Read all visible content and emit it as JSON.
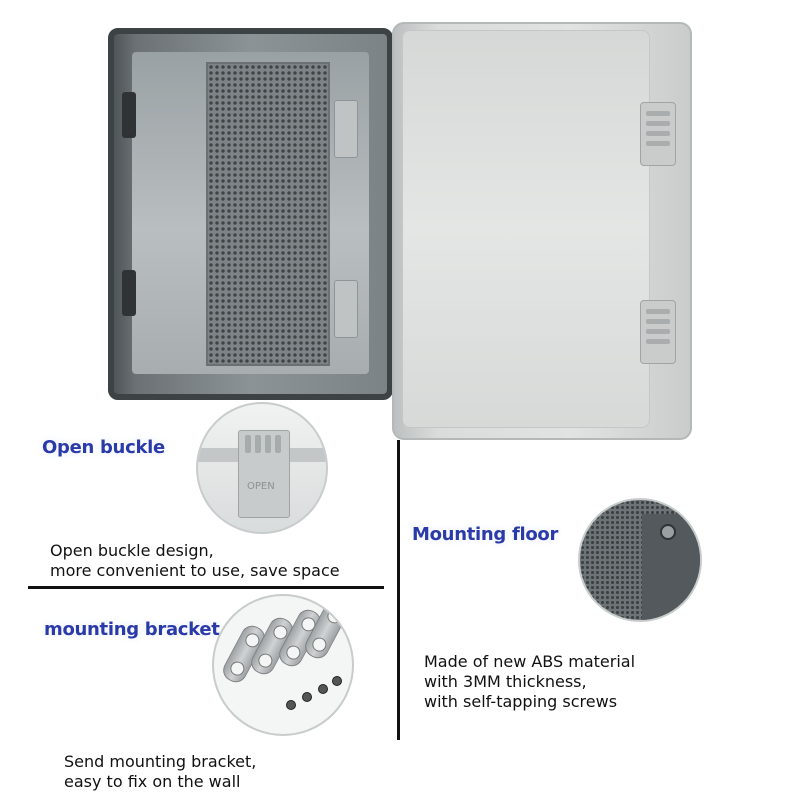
{
  "product": {
    "transparent_door_latch_label": "OPEN"
  },
  "features": {
    "open_buckle": {
      "title": "Open buckle",
      "description_line1": "Open buckle design,",
      "description_line2": "more convenient to use, save space"
    },
    "mounting_floor": {
      "title": "Mounting floor",
      "description_line1": "Made of new ABS material",
      "description_line2": "with 3MM thickness,",
      "description_line3": "with self-tapping screws"
    },
    "mounting_bracket": {
      "title": "mounting bracket",
      "description_line1": "Send mounting bracket,",
      "description_line2": "easy to fix on the wall"
    }
  },
  "colors": {
    "heading": "#2a3aa8",
    "text": "#111111",
    "enclosure_grey": "#dcdedd",
    "enclosure_clear": "#8c9396"
  }
}
